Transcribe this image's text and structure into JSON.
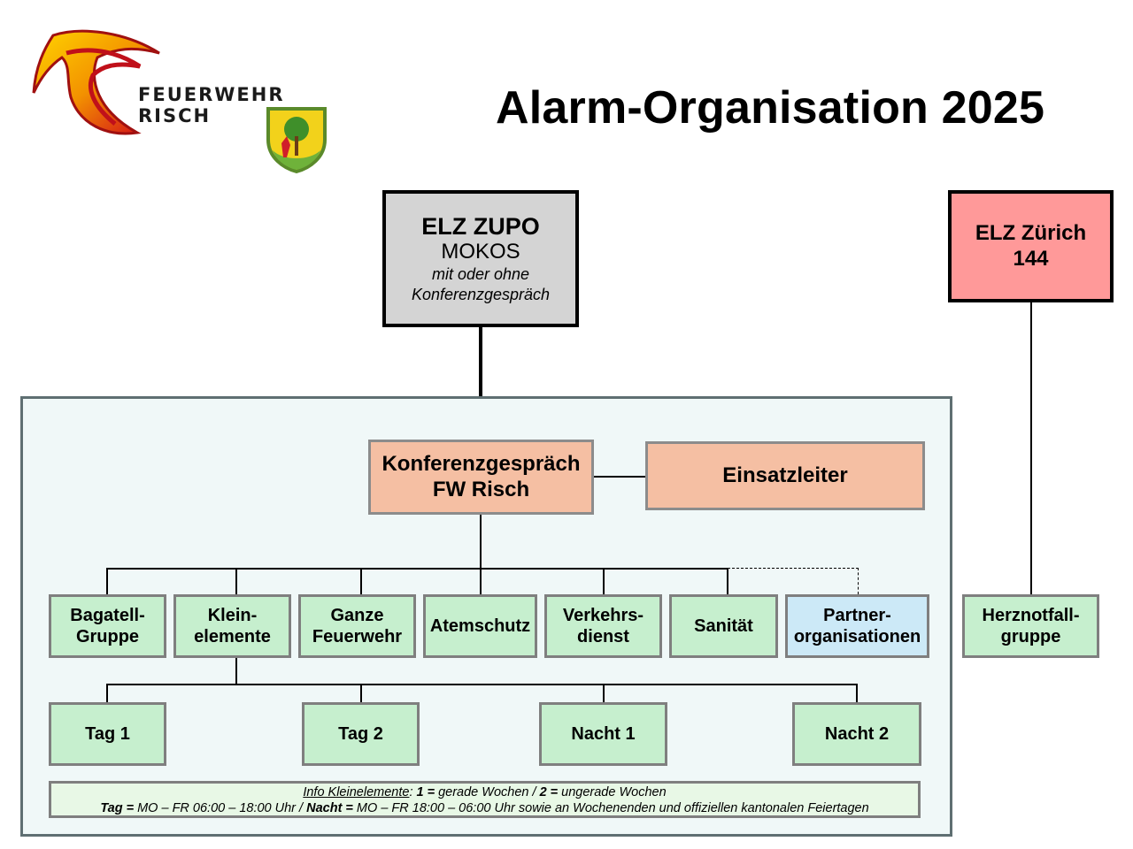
{
  "logo": {
    "line1": "FEUERWEHR",
    "line2": "RISCH"
  },
  "title": "Alarm-Organisation 2025",
  "elz_zupo": {
    "title": "ELZ ZUPO",
    "line2": "MOKOS",
    "line3": "mit oder ohne",
    "line4": "Konferenzgespräch"
  },
  "elz_zurich": {
    "line1": "ELZ Zürich",
    "line2": "144"
  },
  "konferenz": {
    "line1": "Konferenzgespräch",
    "line2": "FW Risch"
  },
  "einsatzleiter": "Einsatzleiter",
  "units": [
    {
      "line1": "Bagatell-",
      "line2": "Gruppe"
    },
    {
      "line1": "Klein-",
      "line2": "elemente"
    },
    {
      "line1": "Ganze",
      "line2": "Feuerwehr"
    },
    {
      "line1": "Atemschutz"
    },
    {
      "line1": "Verkehrs-",
      "line2": "dienst"
    },
    {
      "line1": "Sanität"
    },
    {
      "line1": "Partner-",
      "line2": "organisationen"
    }
  ],
  "herznotfall": {
    "line1": "Herznotfall-",
    "line2": "gruppe"
  },
  "shifts": [
    "Tag 1",
    "Tag 2",
    "Nacht 1",
    "Nacht 2"
  ],
  "info": {
    "label": "Info Kleinelemente",
    "line1_rest_a": ": ",
    "n1": "1 =",
    "t1": " gerade Wochen / ",
    "n2": "2 =",
    "t2": " ungerade Wochen",
    "tag_label": "Tag =",
    "tag_text": " MO – FR 06:00 – 18:00 Uhr / ",
    "nacht_label": "Nacht =",
    "nacht_text": " MO – FR 18:00 – 06:00 Uhr sowie an Wochenenden und offiziellen kantonalen Feiertagen"
  },
  "colors": {
    "green": "#c6efce",
    "blue": "#cce9f7",
    "salmon": "#f5bfa3",
    "red_box": "#ff9999",
    "grey_box": "#d4d4d4",
    "panel": "#f0f8f8"
  }
}
